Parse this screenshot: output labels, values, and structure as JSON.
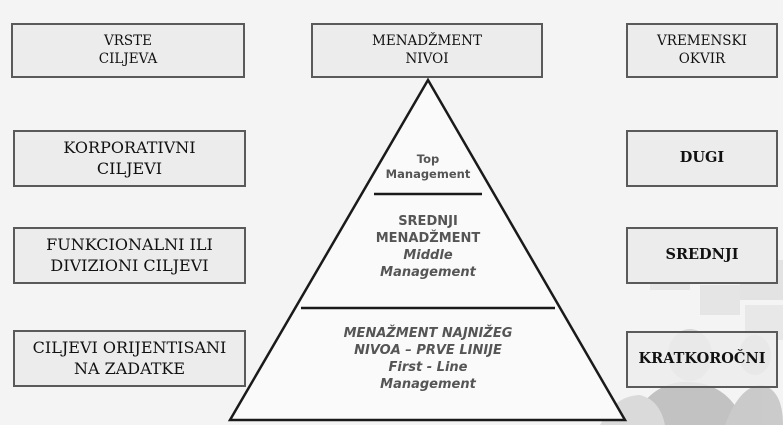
{
  "headers": {
    "left": [
      "VRSTE",
      "CILJEVA"
    ],
    "center": [
      "MENADŽMENT",
      "NIVOI"
    ],
    "right": [
      "VREMENSKI",
      "OKVIR"
    ]
  },
  "goal_types": [
    [
      "KORPORATIVNI",
      "CILJEVI"
    ],
    [
      "FUNKCIONALNI ILI",
      "DIVIZIONI CILJEVI"
    ],
    [
      "CILJEVI ORIJENTISANI",
      "NA ZADATKE"
    ]
  ],
  "pyramid_levels": [
    {
      "lines": [
        "Top",
        "Management"
      ]
    },
    {
      "lines": [
        "SREDNJI",
        "MENADŽMENT",
        "Middle",
        "Management"
      ]
    },
    {
      "lines": [
        "MENAŽMENT NAJNIŽEG",
        "NIVOA – PRVE LINIJE",
        "First - Line",
        "Management"
      ]
    }
  ],
  "time_frames": [
    "DUGI",
    "SREDNJI",
    "KRATKOROČNI"
  ],
  "colors": {
    "box_border": "#5a5a5a",
    "box_fill": "#ececec",
    "pyramid_fill": "#fafafa",
    "pyramid_stroke": "#1a1a1a"
  }
}
